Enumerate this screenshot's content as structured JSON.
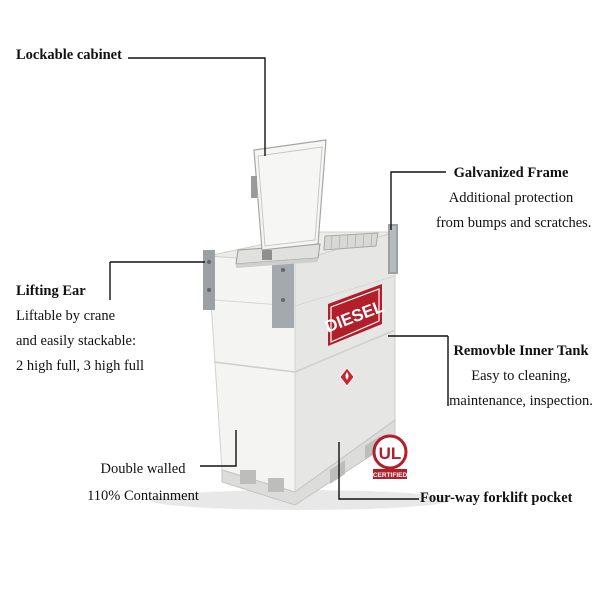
{
  "callouts": {
    "lockable_cabinet": "Lockable cabinet",
    "galvanized_frame": {
      "title": "Galvanized Frame",
      "line1": "Additional protection",
      "line2": "from bumps and scratches."
    },
    "lifting_ear": {
      "title": "Lifting Ear",
      "line1": "Liftable by crane",
      "line2": "and easily stackable:",
      "line3": "2 high full, 3 high full"
    },
    "removable_inner_tank": {
      "title": "Removble Inner Tank",
      "line1": "Easy to cleaning,",
      "line2": "maintenance, inspection."
    },
    "double_walled": {
      "line1": "Double walled",
      "line2": "110% Containment"
    },
    "forklift_pocket": "Four-way forklift pocket"
  },
  "tank": {
    "side_label": "DIESEL"
  },
  "certification": {
    "mark": "UL",
    "caption": "CERTIFIED"
  },
  "colors": {
    "tank_body": "#f2f2f0",
    "diesel_red": "#b01f2a",
    "frame_steel": "#9aa0a4",
    "text": "#111111"
  }
}
